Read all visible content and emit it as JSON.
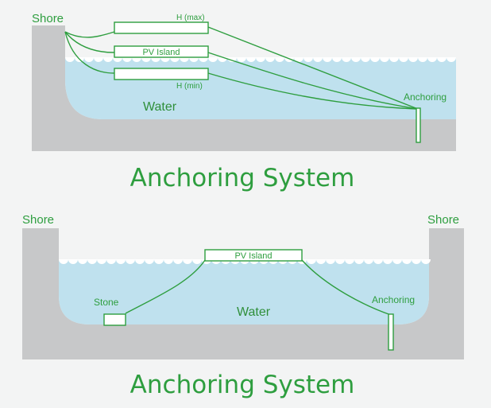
{
  "diagram_top": {
    "shore_label": "Shore",
    "h_max_label": "H  (max)",
    "pv_island_label": "PV Island",
    "h_min_label": "H  (min)",
    "water_label": "Water",
    "anchoring_label": "Anchoring",
    "caption": "Anchoring System"
  },
  "diagram_bottom": {
    "shore_left_label": "Shore",
    "shore_right_label": "Shore",
    "pv_island_label": "PV Island",
    "stone_label": "Stone",
    "water_label": "Water",
    "anchoring_label": "Anchoring",
    "caption": "Anchoring System"
  },
  "colors": {
    "accent_green": "#2e9e3f",
    "water": "#bfe1ee",
    "shore": "#c7c8c9",
    "background": "#f3f4f4"
  }
}
